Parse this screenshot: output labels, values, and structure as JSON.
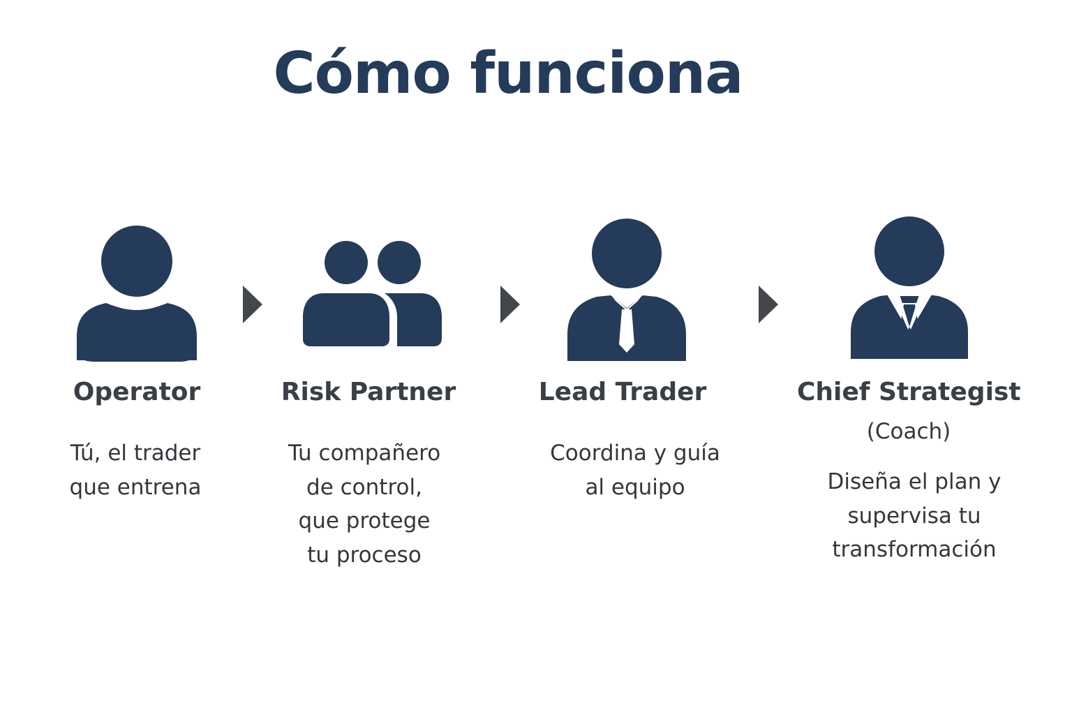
{
  "title": "Cómo funciona",
  "colors": {
    "icon": "#243b5a",
    "arrow": "#43474c",
    "title": "#243b5a",
    "text": "#33373c"
  },
  "steps": [
    {
      "icon": "single-person-icon",
      "role": "Operator",
      "description": [
        "Tú, el trader",
        "que entrena"
      ]
    },
    {
      "icon": "two-people-icon",
      "role": "Risk Partner",
      "description": [
        "Tu compañero",
        "de control,",
        "que protege",
        "tu proceso"
      ]
    },
    {
      "icon": "person-with-tie-icon",
      "role": "Lead Trader",
      "description": [
        "Coordina y guía",
        "al equipo"
      ]
    },
    {
      "icon": "businessman-icon",
      "role": "Chief Strategist",
      "subtitle": "(Coach)",
      "description": [
        "Diseña el plan y",
        "supervisa tu",
        "transformación"
      ]
    }
  ]
}
